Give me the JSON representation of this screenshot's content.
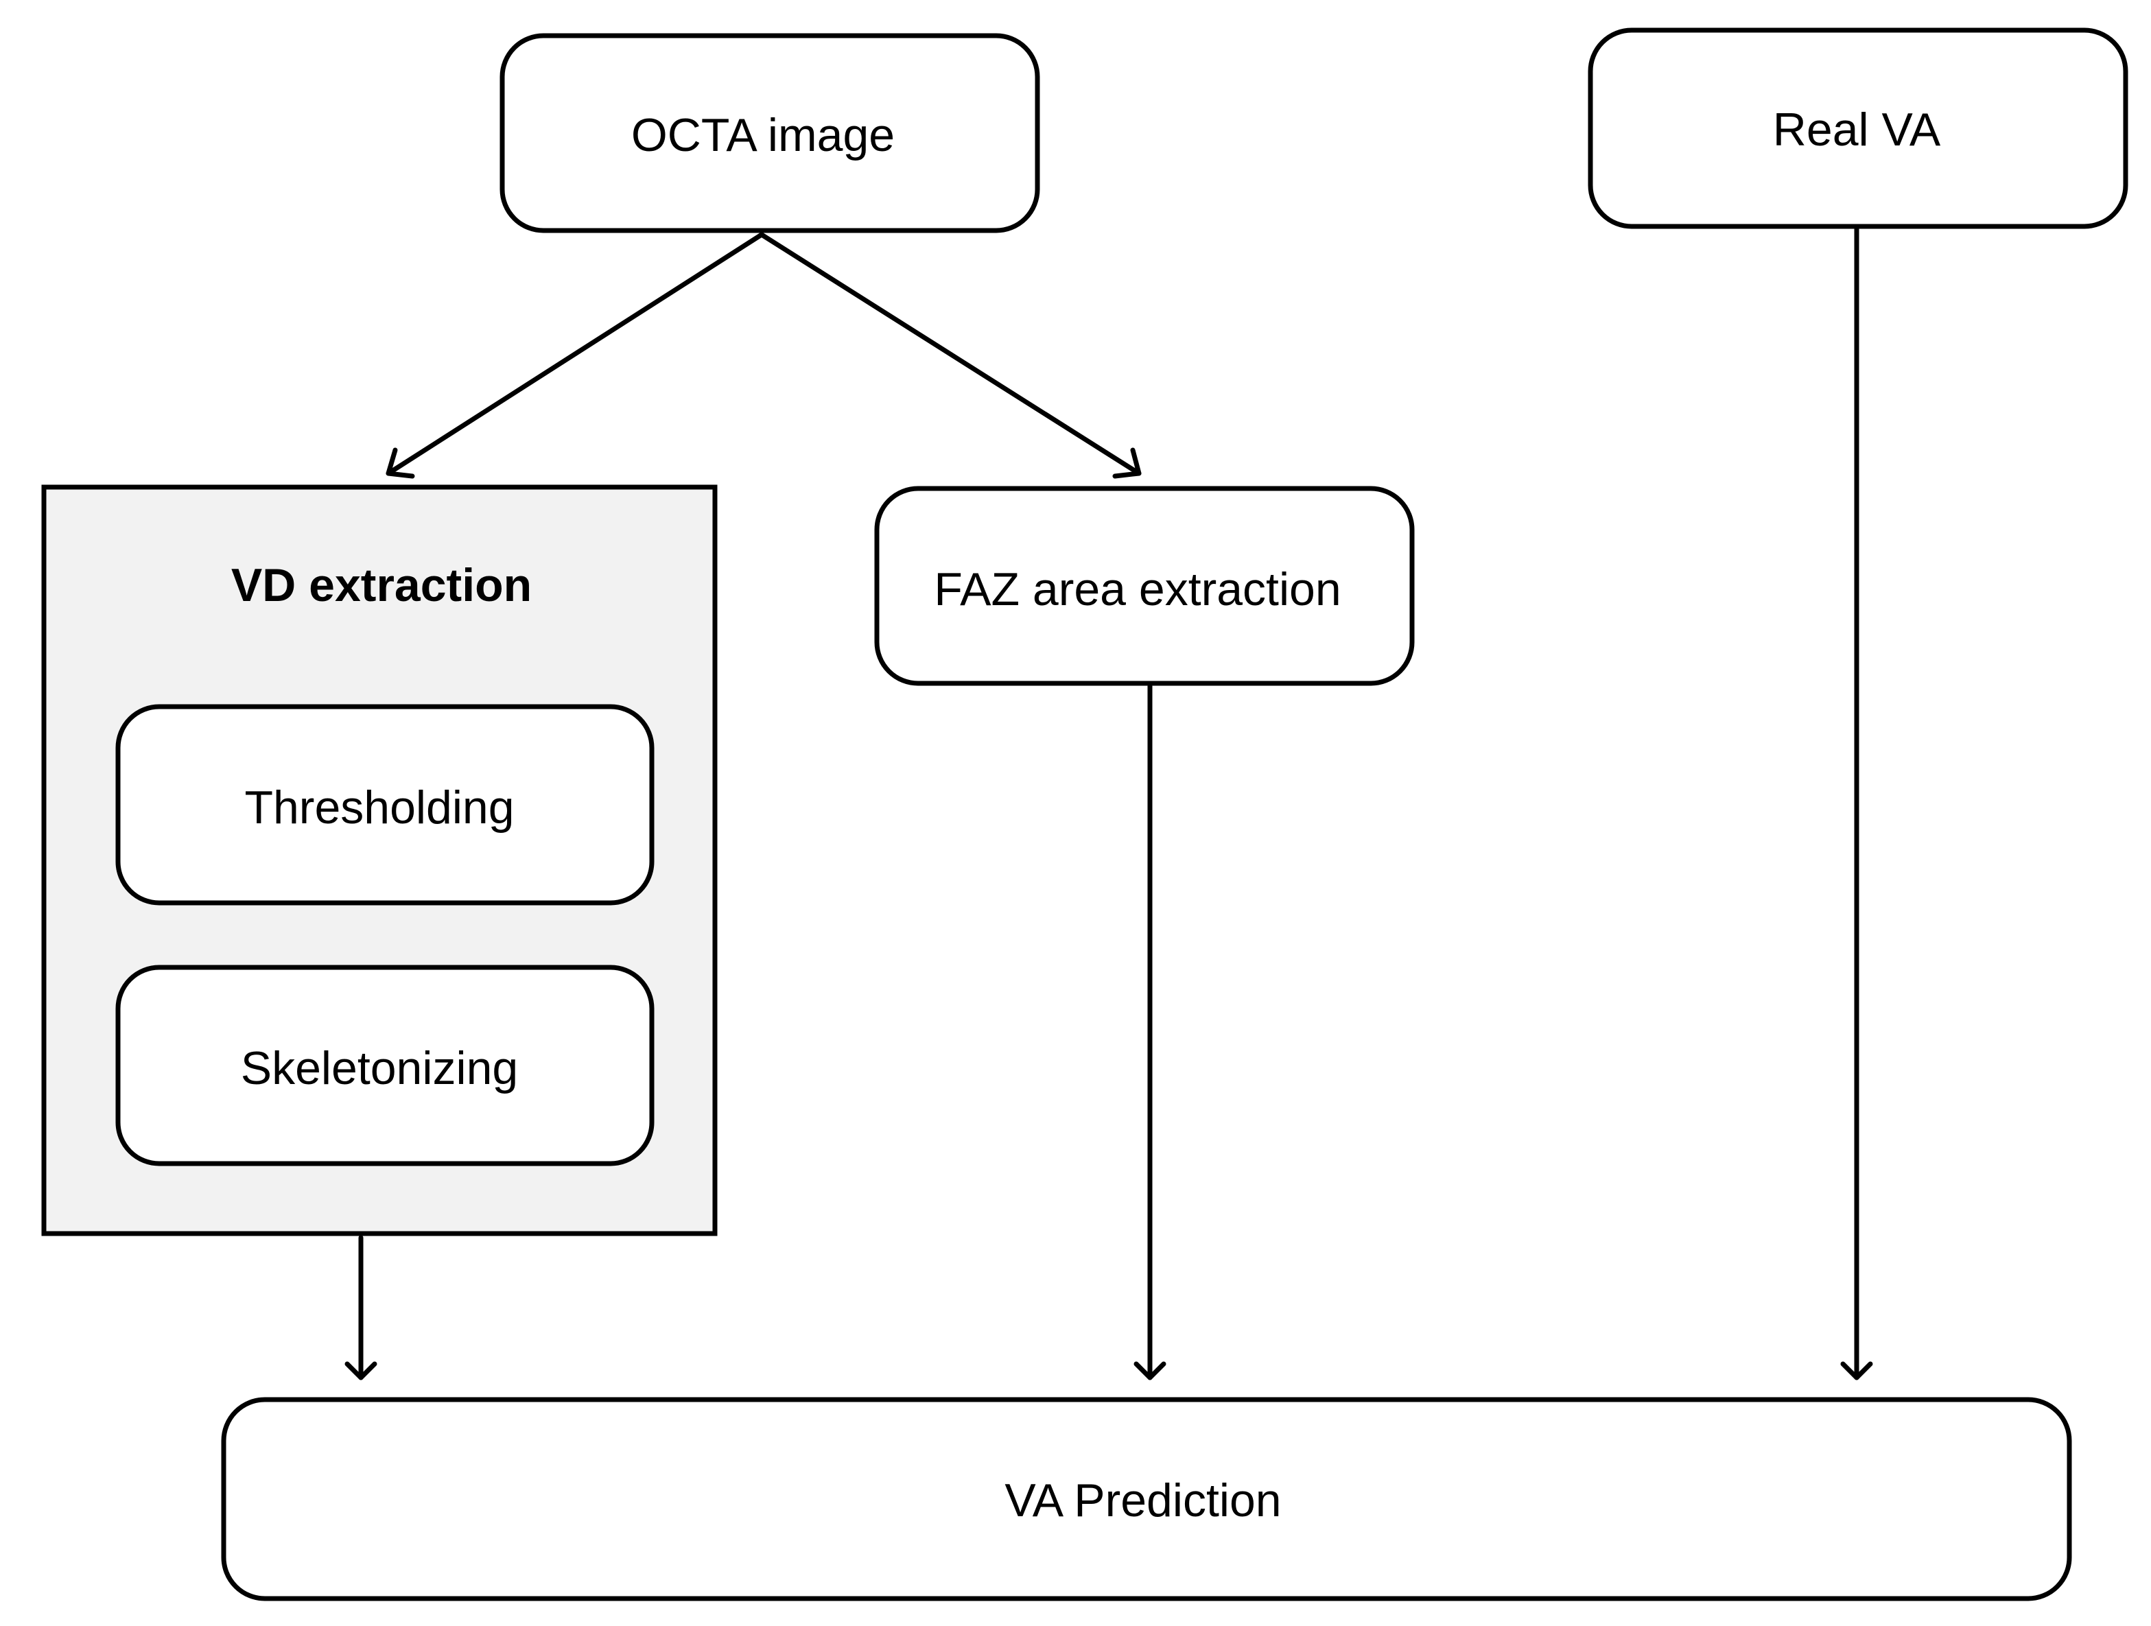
{
  "colors": {
    "stroke": "#000000",
    "box_fill": "#ffffff",
    "group_fill": "#f2f2f2",
    "text": "#000000"
  },
  "nodes": {
    "octa_image": {
      "label": "OCTA image"
    },
    "real_va": {
      "label": "Real VA"
    },
    "vd_extraction": {
      "label": "VD extraction"
    },
    "thresholding": {
      "label": "Thresholding"
    },
    "skeletonizing": {
      "label": "Skeletonizing"
    },
    "faz_area_extraction": {
      "label": "FAZ area extraction"
    },
    "va_prediction": {
      "label": "VA Prediction"
    }
  },
  "edges": [
    {
      "from": "octa_image",
      "to": "vd_extraction"
    },
    {
      "from": "octa_image",
      "to": "faz_area_extraction"
    },
    {
      "from": "vd_extraction",
      "to": "va_prediction"
    },
    {
      "from": "faz_area_extraction",
      "to": "va_prediction"
    },
    {
      "from": "real_va",
      "to": "va_prediction"
    }
  ]
}
